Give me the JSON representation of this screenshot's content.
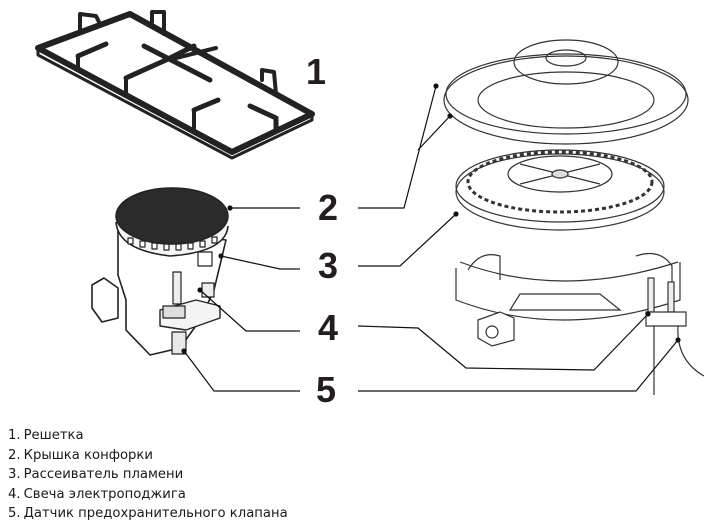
{
  "diagram": {
    "title": "",
    "callout_numbers": [
      "1",
      "2",
      "3",
      "4",
      "5"
    ],
    "parts": [
      {
        "number": "1",
        "name": "Решетка",
        "icon": "grate-icon"
      },
      {
        "number": "2",
        "name": "Крышка конфорки",
        "icon": "burner-cap-icon"
      },
      {
        "number": "3",
        "name": "Рассеиватель пламени",
        "icon": "flame-spreader-icon"
      },
      {
        "number": "4",
        "name": "Свеча электроподжига",
        "icon": "ignition-plug-icon"
      },
      {
        "number": "5",
        "name": "Датчик предохранительного клапана",
        "icon": "safety-valve-sensor-icon"
      }
    ],
    "legend": [
      {
        "index": "1.",
        "label": "Решетка"
      },
      {
        "index": "2.",
        "label": "Крышка конфорки"
      },
      {
        "index": "3.",
        "label": "Рассеиватель пламени"
      },
      {
        "index": "4.",
        "label": "Свеча электроподжига"
      },
      {
        "index": "5.",
        "label": "Датчик предохранительного клапана"
      }
    ],
    "colors": {
      "ink": "#231f20",
      "cap_fill": "#2b2b2b",
      "background": "#ffffff"
    }
  }
}
